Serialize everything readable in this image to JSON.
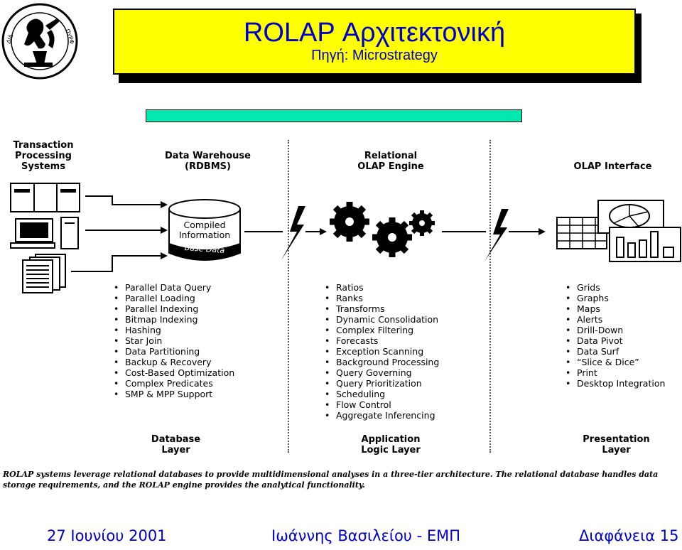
{
  "title": {
    "main": "ROLAP Αρχιτεκτονική",
    "subtitle": "Πηγή:  Microstrategy"
  },
  "logo": {
    "seal_text": "Ε.Μ. ΠΟΛΥΤΕΧΝΕΙΟΝ · ΠΡΟΜΗΘΕΥΣ ΠΥΡΦΟΡΟΣ · ΔΙΔΑΣΚΑΛΟΣ ΤΕΧΝΗΣ"
  },
  "columns": {
    "tps": {
      "heading": "Transaction\nProcessing\nSystems"
    },
    "warehouse": {
      "heading": "Data Warehouse\n(RDBMS)",
      "cylinder_top_label": "Compiled\nInformation",
      "cylinder_base_label": "Base Data",
      "features": [
        "Parallel Data Query",
        "Parallel Loading",
        "Parallel Indexing",
        "Bitmap Indexing",
        "Hashing",
        "Star Join",
        "Data Partitioning",
        "Backup & Recovery",
        "Cost-Based Optimization",
        "Complex Predicates",
        "SMP & MPP Support"
      ],
      "layer": "Database\nLayer"
    },
    "engine": {
      "heading": "Relational\nOLAP Engine",
      "features": [
        "Ratios",
        "Ranks",
        "Transforms",
        "Dynamic Consolidation",
        "Complex Filtering",
        "Forecasts",
        "Exception Scanning",
        "Background Processing",
        "Query Governing",
        "Query Prioritization",
        "Scheduling",
        "Flow Control",
        "Aggregate Inferencing"
      ],
      "layer": "Application\nLogic Layer"
    },
    "interface": {
      "heading": "OLAP Interface",
      "features": [
        "Grids",
        "Graphs",
        "Maps",
        "Alerts",
        "Drill-Down",
        "Data Pivot",
        "Data Surf",
        "“Slice & Dice”",
        "Print",
        "Desktop Integration"
      ],
      "layer": "Presentation\nLayer"
    }
  },
  "caption": "ROLAP systems leverage relational databases to provide multidimensional analyses in a three-tier architecture. The relational database handles data storage requirements, and the ROLAP engine provides the analytical functionality.",
  "footer": {
    "date": "27  Ιουνίου  2001",
    "author": "Ιωάννης Βασιλείου - ΕΜΠ",
    "slide": "Διαφάνεια 15"
  }
}
